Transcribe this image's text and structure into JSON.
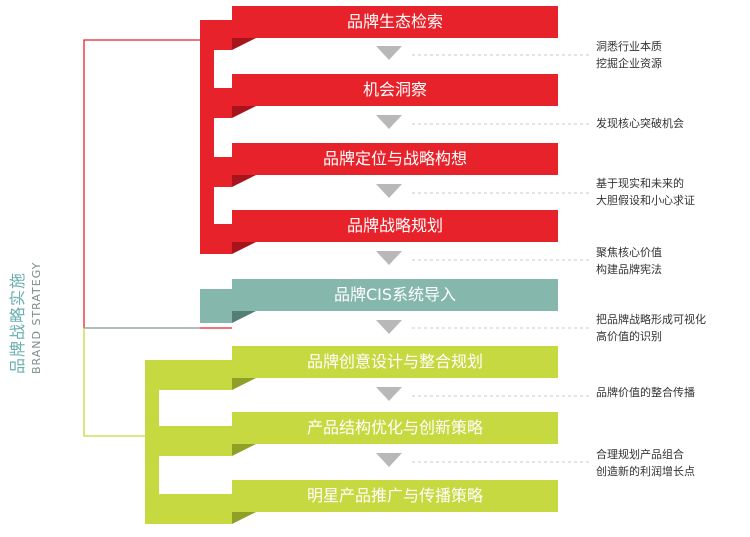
{
  "colors": {
    "red": "#e8222a",
    "red_dark": "#a8141c",
    "teal": "#86b7ac",
    "teal_dark": "#557f76",
    "green": "#c7d940",
    "green_dark": "#8ea126",
    "arrow": "#b8b8b8",
    "dash": "#c8c8c8"
  },
  "side_title": {
    "cn": "品牌战略实施",
    "en": "BRAND STRATEGY"
  },
  "steps": [
    {
      "label": "品牌生态检索",
      "group": "red"
    },
    {
      "label": "机会洞察",
      "group": "red"
    },
    {
      "label": "品牌定位与战略构想",
      "group": "red"
    },
    {
      "label": "品牌战略规划",
      "group": "red"
    },
    {
      "label": "品牌CIS系统导入",
      "group": "teal"
    },
    {
      "label": "品牌创意设计与整合规划",
      "group": "green"
    },
    {
      "label": "产品结构优化与创新策略",
      "group": "green"
    },
    {
      "label": "明星产品推广与传播策略",
      "group": "green"
    }
  ],
  "notes": [
    {
      "lines": [
        "洞悉行业本质",
        "挖掘企业资源"
      ]
    },
    {
      "lines": [
        "发现核心突破机会"
      ]
    },
    {
      "lines": [
        "基于现实和未来的",
        "大胆假设和小心求证"
      ]
    },
    {
      "lines": [
        "聚焦核心价值",
        "构建品牌宪法"
      ]
    },
    {
      "lines": [
        "把品牌战略形成可视化",
        "高价值的识别"
      ]
    },
    {
      "lines": [
        "品牌价值的整合传播"
      ]
    },
    {
      "lines": [
        "合理规划产品组合",
        "创造新的利润增长点"
      ]
    }
  ]
}
